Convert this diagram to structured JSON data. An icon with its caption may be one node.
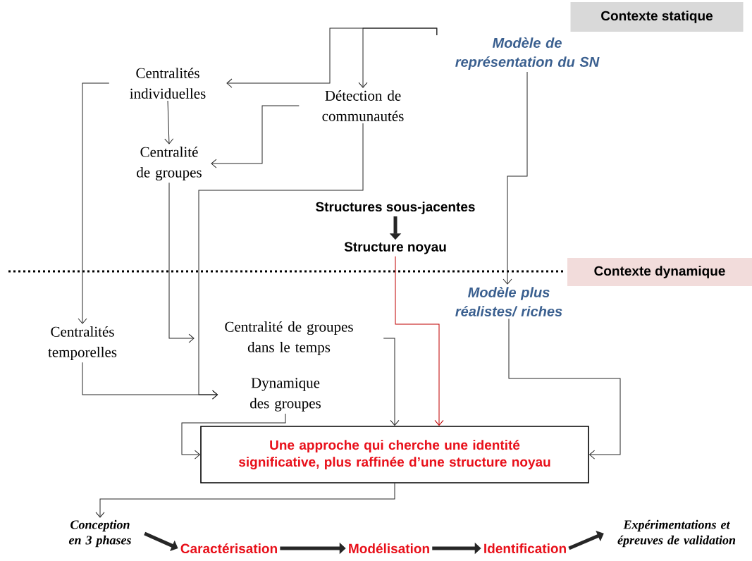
{
  "diagram": {
    "nodes": [
      {
        "text": [
          "Contexte statique"
        ]
      },
      {
        "text": [
          "Modèle de représentation du SN"
        ]
      },
      {
        "text": [
          "Centralités individuelles"
        ]
      },
      {
        "text": [
          "Détection de communautés"
        ]
      },
      {
        "text": [
          "Centralité de groupes"
        ]
      },
      {
        "text": [
          "Structures sous-jacentes"
        ]
      },
      {
        "text": [
          "Structure noyau"
        ]
      },
      {
        "text": [
          "Contexte dynamique"
        ]
      },
      {
        "text": [
          "Modèle plus réalistes/ riches"
        ]
      },
      {
        "text": [
          "Centralités temporelles"
        ]
      },
      {
        "text": [
          "Centralité de groupes dans le temps"
        ]
      },
      {
        "text": [
          "Dynamique des groupes"
        ]
      },
      {
        "text": [
          "Une approche qui cherche une identité significative, plus raffinée d’une structure noyau"
        ]
      },
      {
        "text": [
          "Conception en 3 phases"
        ]
      },
      {
        "text": [
          "Caractérisation"
        ]
      },
      {
        "text": [
          "Modélisation"
        ]
      },
      {
        "text": [
          "Identification"
        ]
      },
      {
        "text": [
          "Expérimentations et épreuves de validation"
        ]
      }
    ],
    "edges": [
      {
        "from": 1,
        "to": 2,
        "arrow": "to"
      },
      {
        "from": 1,
        "to": 3,
        "arrow": "to"
      },
      {
        "from": 2,
        "to": 4,
        "arrow": "to"
      },
      {
        "from": 2,
        "to": 9,
        "arrow": "to"
      },
      {
        "from": 3,
        "to": 4,
        "arrow": "to"
      },
      {
        "from": 4,
        "to": 10,
        "arrow": "to"
      },
      {
        "from": 3,
        "to": 11,
        "arrow": "to"
      },
      {
        "from": 9,
        "to": 11,
        "arrow": "to"
      },
      {
        "from": 5,
        "to": 6,
        "arrow": "to",
        "style": "thick"
      },
      {
        "from": 6,
        "to": 12,
        "arrow": "to",
        "color": "#c00000"
      },
      {
        "from": 10,
        "to": 12,
        "arrow": "to"
      },
      {
        "from": 8,
        "to": 12,
        "arrow": "to"
      },
      {
        "from": 1,
        "to": 8,
        "arrow": "to"
      },
      {
        "from": 11,
        "to": 12,
        "arrow": "to"
      },
      {
        "from": 12,
        "to": 13,
        "arrow": "to"
      },
      {
        "from": 13,
        "to": 14,
        "arrow": "to",
        "style": "thick"
      },
      {
        "from": 14,
        "to": 15,
        "arrow": "to",
        "style": "thick"
      },
      {
        "from": 15,
        "to": 16,
        "arrow": "to",
        "style": "thick"
      },
      {
        "from": 16,
        "to": 17,
        "arrow": "to",
        "style": "thick"
      }
    ]
  }
}
